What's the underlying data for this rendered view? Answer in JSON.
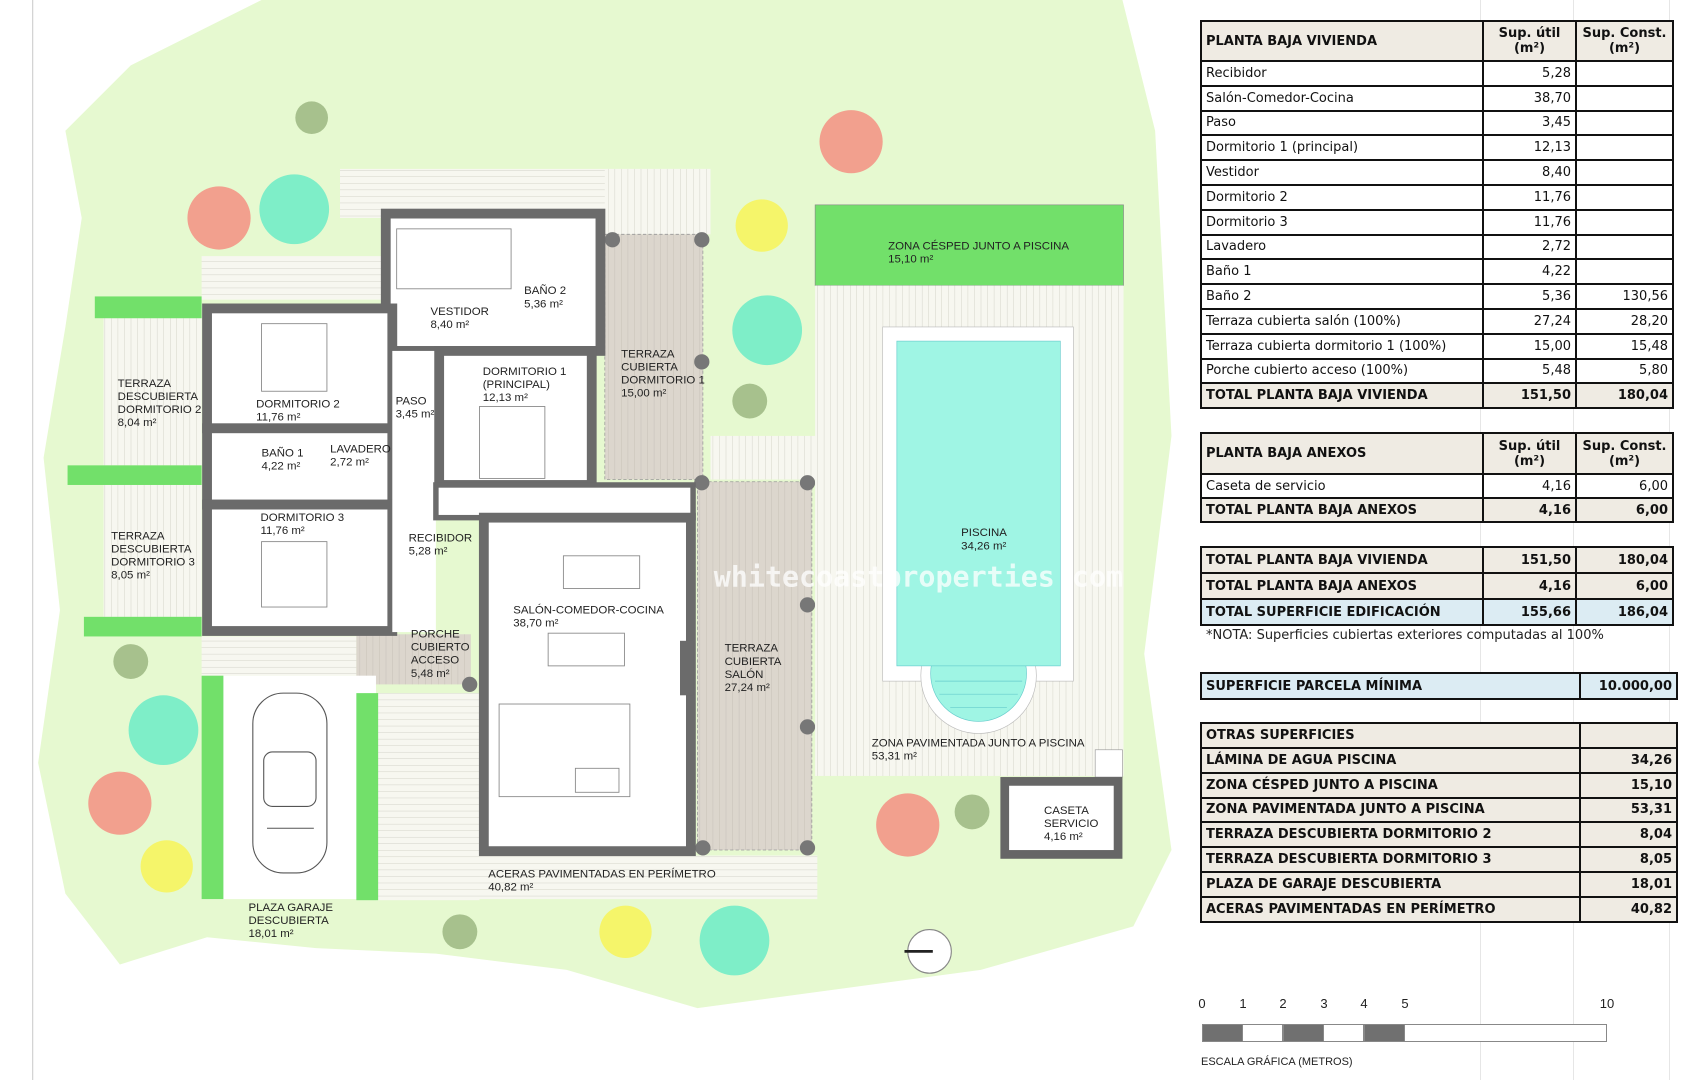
{
  "plan": {
    "watermark": "whitecoastproperties.com",
    "labels": {
      "zona_cesped": [
        "ZONA CÉSPED JUNTO A PISCINA",
        "15,10 m²"
      ],
      "terraza_dorm2": [
        "TERRAZA",
        "DESCUBIERTA",
        "DORMITORIO 2",
        "8,04 m²"
      ],
      "terraza_dorm3": [
        "TERRAZA",
        "DESCUBIERTA",
        "DORMITORIO 3",
        "8,05 m²"
      ],
      "dorm2": [
        "DORMITORIO 2",
        "11,76 m²"
      ],
      "vestidor": [
        "VESTIDOR",
        "8,40 m²"
      ],
      "bano2": [
        "BAÑO 2",
        "5,36 m²"
      ],
      "paso": [
        "PASO",
        "3,45 m²"
      ],
      "dorm1": [
        "DORMITORIO 1",
        "(PRINCIPAL)",
        "12,13 m²"
      ],
      "terraza_cub_dorm1": [
        "TERRAZA",
        "CUBIERTA",
        "DORMITORIO 1",
        "15,00 m²"
      ],
      "bano1": [
        "BAÑO 1",
        "4,22 m²"
      ],
      "lavadero": [
        "LAVADERO",
        "2,72 m²"
      ],
      "dorm3": [
        "DORMITORIO 3",
        "11,76 m²"
      ],
      "recibidor": [
        "RECIBIDOR",
        "5,28 m²"
      ],
      "salon": [
        "SALÓN-COMEDOR-COCINA",
        "38,70 m²"
      ],
      "porche": [
        "PORCHE",
        "CUBIERTO",
        "ACCESO",
        "5,48 m²"
      ],
      "terraza_salon": [
        "TERRAZA",
        "CUBIERTA",
        "SALÓN",
        "27,24 m²"
      ],
      "piscina": [
        "PISCINA",
        "34,26 m²"
      ],
      "zona_pav": [
        "ZONA PAVIMENTADA JUNTO A PISCINA",
        "53,31 m²"
      ],
      "caseta": [
        "CASETA",
        "SERVICIO",
        "4,16 m²"
      ],
      "aceras": [
        "ACERAS PAVIMENTADAS EN PERÍMETRO",
        "40,82 m²"
      ],
      "garaje": [
        "PLAZA GARAJE",
        "DESCUBIERTA",
        "18,01 m²"
      ]
    },
    "colors": {
      "garden": "#e6f9d0",
      "lawn": "#72e06a",
      "water": "#9ff5e4",
      "wall": "#6b6b6b",
      "covered_terrace": "#dcd6cd",
      "tree_salmon": "#f2a08e",
      "tree_teal": "#7eeec8",
      "tree_yellow": "#f5f56a",
      "tree_olive": "#a7c18d"
    }
  },
  "vivienda": {
    "title": "PLANTA BAJA VIVIENDA",
    "col_util": [
      "Sup. útil",
      "(m²)"
    ],
    "col_const": [
      "Sup. Const.",
      "(m²)"
    ],
    "rows": [
      {
        "name": "Recibidor",
        "util": "5,28",
        "const": ""
      },
      {
        "name": "Salón-Comedor-Cocina",
        "util": "38,70",
        "const": ""
      },
      {
        "name": "Paso",
        "util": "3,45",
        "const": ""
      },
      {
        "name": "Dormitorio 1 (principal)",
        "util": "12,13",
        "const": ""
      },
      {
        "name": "Vestidor",
        "util": "8,40",
        "const": ""
      },
      {
        "name": "Dormitorio 2",
        "util": "11,76",
        "const": ""
      },
      {
        "name": "Dormitorio 3",
        "util": "11,76",
        "const": ""
      },
      {
        "name": "Lavadero",
        "util": "2,72",
        "const": ""
      },
      {
        "name": "Baño 1",
        "util": "4,22",
        "const": ""
      },
      {
        "name": "Baño 2",
        "util": "5,36",
        "const": "130,56"
      },
      {
        "name": "Terraza cubierta salón (100%)",
        "util": "27,24",
        "const": "28,20"
      },
      {
        "name": "Terraza cubierta dormitorio 1 (100%)",
        "util": "15,00",
        "const": "15,48"
      },
      {
        "name": "Porche cubierto acceso (100%)",
        "util": "5,48",
        "const": "5,80"
      }
    ],
    "total": {
      "name": "TOTAL PLANTA BAJA VIVIENDA",
      "util": "151,50",
      "const": "180,04"
    }
  },
  "anexos": {
    "title": "PLANTA BAJA ANEXOS",
    "col_util": [
      "Sup. útil",
      "(m²)"
    ],
    "col_const": [
      "Sup. Const.",
      "(m²)"
    ],
    "rows": [
      {
        "name": "Caseta de servicio",
        "util": "4,16",
        "const": "6,00"
      }
    ],
    "total": {
      "name": "TOTAL PLANTA BAJA ANEXOS",
      "util": "4,16",
      "const": "6,00"
    }
  },
  "totales": {
    "rows": [
      {
        "name": "TOTAL PLANTA BAJA VIVIENDA",
        "util": "151,50",
        "const": "180,04"
      },
      {
        "name": "TOTAL PLANTA BAJA ANEXOS",
        "util": "4,16",
        "const": "6,00"
      },
      {
        "name": "TOTAL SUPERFICIE EDIFICACIÓN",
        "util": "155,66",
        "const": "186,04"
      }
    ],
    "note": "*NOTA: Superficies cubiertas exteriores computadas al 100%"
  },
  "parcela": {
    "name": "SUPERFICIE PARCELA MÍNIMA",
    "value": "10.000,00"
  },
  "otras": {
    "title": "OTRAS SUPERFICIES",
    "rows": [
      {
        "name": "LÁMINA DE AGUA PISCINA",
        "value": "34,26"
      },
      {
        "name": "ZONA CÉSPED JUNTO A PISCINA",
        "value": "15,10"
      },
      {
        "name": "ZONA PAVIMENTADA JUNTO A PISCINA",
        "value": "53,31"
      },
      {
        "name": "TERRAZA DESCUBIERTA DORMITORIO 2",
        "value": "8,04"
      },
      {
        "name": "TERRAZA DESCUBIERTA DORMITORIO 3",
        "value": "8,05"
      },
      {
        "name": "PLAZA DE GARAJE DESCUBIERTA",
        "value": "18,01"
      },
      {
        "name": "ACERAS PAVIMENTADAS EN PERÍMETRO",
        "value": "40,82"
      }
    ]
  },
  "scale": {
    "ticks": [
      "0",
      "1",
      "2",
      "3",
      "4",
      "5",
      "10"
    ],
    "label": "ESCALA GRÁFICA (METROS)"
  }
}
